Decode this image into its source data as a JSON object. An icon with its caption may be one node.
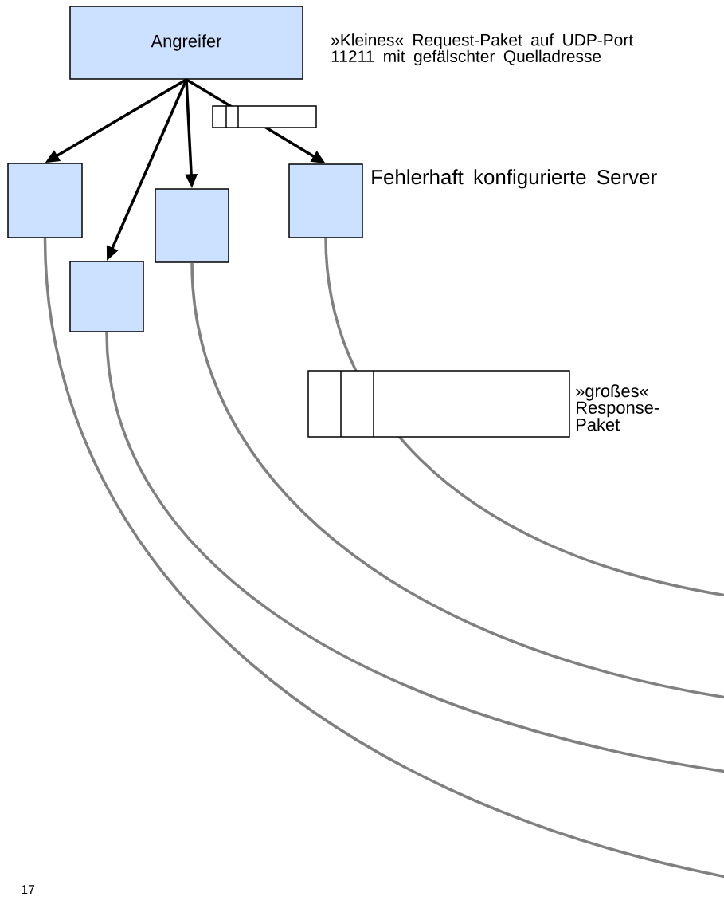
{
  "diagram": {
    "nodes": [
      {
        "text": [
          "Angreifer"
        ]
      },
      {
        "text": [],
        "shape": "box"
      },
      {
        "text": [],
        "shape": "box"
      },
      {
        "text": [],
        "shape": "box"
      },
      {
        "text": [],
        "shape": "box"
      }
    ],
    "edges": [
      {
        "from": 0,
        "to": 1,
        "arrow": "to"
      },
      {
        "from": 0,
        "to": 2,
        "arrow": "to"
      },
      {
        "from": 0,
        "to": 3,
        "arrow": "to"
      },
      {
        "from": 0,
        "to": 4,
        "arrow": "to"
      },
      {
        "from": 1,
        "to": null,
        "arrow": "none",
        "color": "#808080"
      },
      {
        "from": 2,
        "to": null,
        "arrow": "none",
        "color": "#808080"
      },
      {
        "from": 3,
        "to": null,
        "arrow": "none",
        "color": "#808080"
      },
      {
        "from": 4,
        "to": null,
        "arrow": "none",
        "color": "#808080"
      }
    ],
    "labels": [
      "»Kleines« Request-Paket auf UDP-Port 11211 mit gefälschter Quelladresse",
      "Fehlerhaft konfigurierte Server",
      "»großes« Response-Paket",
      "17"
    ]
  }
}
